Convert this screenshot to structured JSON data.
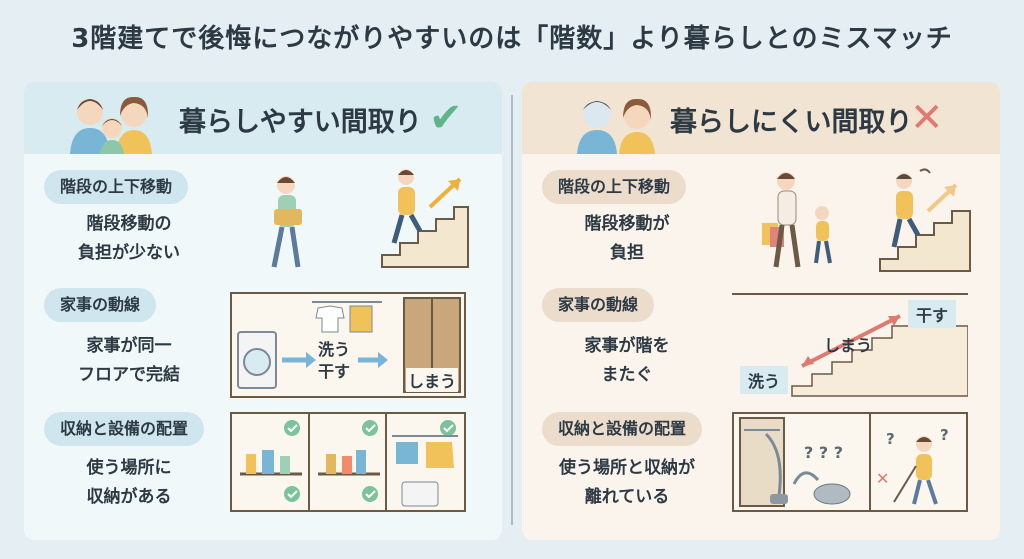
{
  "title": "3階建てで後悔につながりやすいのは「階数」より暮らしとのミスマッチ",
  "colors": {
    "good_panel": "#f1f8fa",
    "bad_panel": "#fbf4ec",
    "check": "#5fb48a",
    "cross": "#e07a70"
  },
  "good": {
    "header": "暮らしやすい間取り",
    "mark": "✔",
    "sections": [
      {
        "label": "階段の上下移動",
        "desc": "階段移動の\n負担が少ない"
      },
      {
        "label": "家事の動線",
        "desc": "家事が同一\nフロアで完結"
      },
      {
        "label": "収納と設備の配置",
        "desc": "使う場所に\n収納がある"
      }
    ],
    "flow": {
      "step1": "洗う",
      "step2": "干す",
      "step3": "しまう"
    }
  },
  "bad": {
    "header": "暮らしにくい間取り",
    "mark": "✕",
    "sections": [
      {
        "label": "階段の上下移動",
        "desc": "階段移動が\n負担"
      },
      {
        "label": "家事の動線",
        "desc": "家事が階を\nまたぐ"
      },
      {
        "label": "収納と設備の配置",
        "desc": "使う場所と収納が\n離れている"
      }
    ],
    "flow": {
      "step1": "干す",
      "step2": "しまう",
      "step3": "洗う"
    }
  }
}
